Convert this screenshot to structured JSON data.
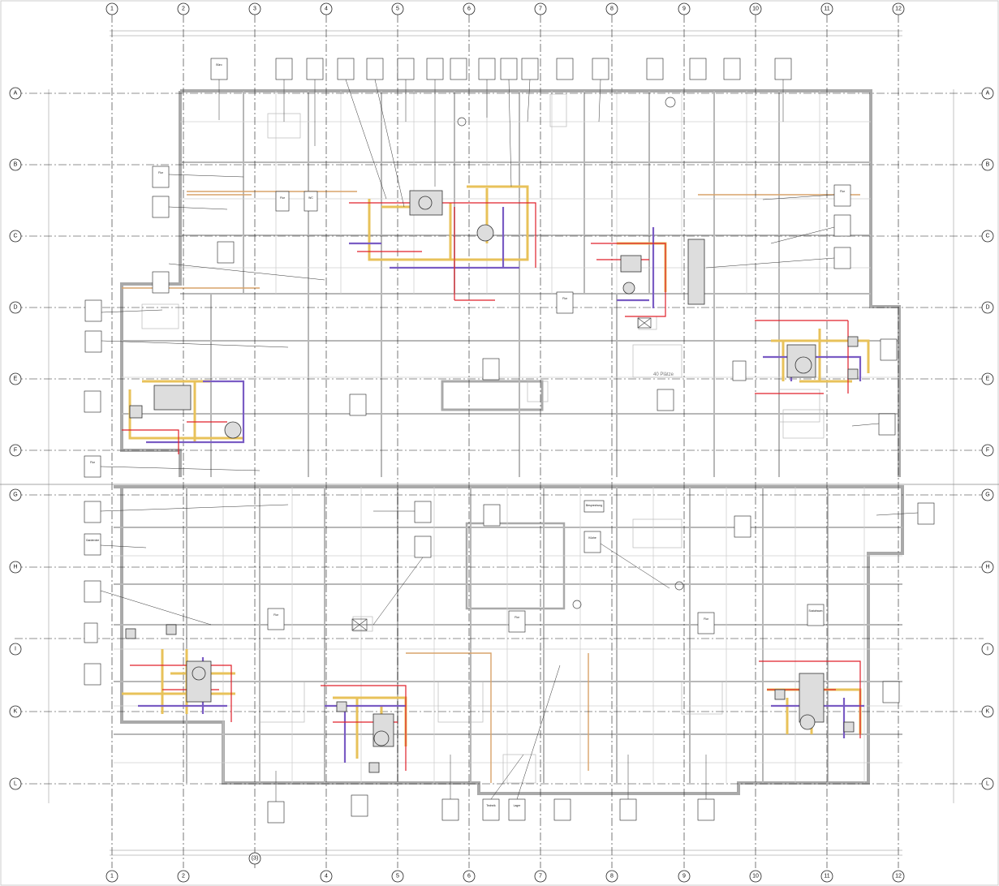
{
  "grid": {
    "columns": [
      "1",
      "2",
      "3",
      "4",
      "5",
      "6",
      "7",
      "8",
      "9",
      "10",
      "11",
      "12"
    ],
    "rows": [
      "A",
      "B",
      "C",
      "D",
      "E",
      "F",
      "G",
      "H",
      "I",
      "K",
      "L"
    ]
  },
  "bottom_marker": "(3)",
  "floor_labels": [
    "40 Plätze"
  ],
  "room_tags": [
    "Flur",
    "Büro",
    "WC",
    "Besprechung",
    "Technik",
    "Lager",
    "Küche",
    "Garderobe",
    "Sozialraum"
  ],
  "colors": {
    "wall": "#a9a9a9",
    "grid": "#222222",
    "duct_yellow": "#e8c25a",
    "duct_purple": "#7a5cc4",
    "pipe_red": "#e0202a",
    "equipment": "#333333"
  }
}
